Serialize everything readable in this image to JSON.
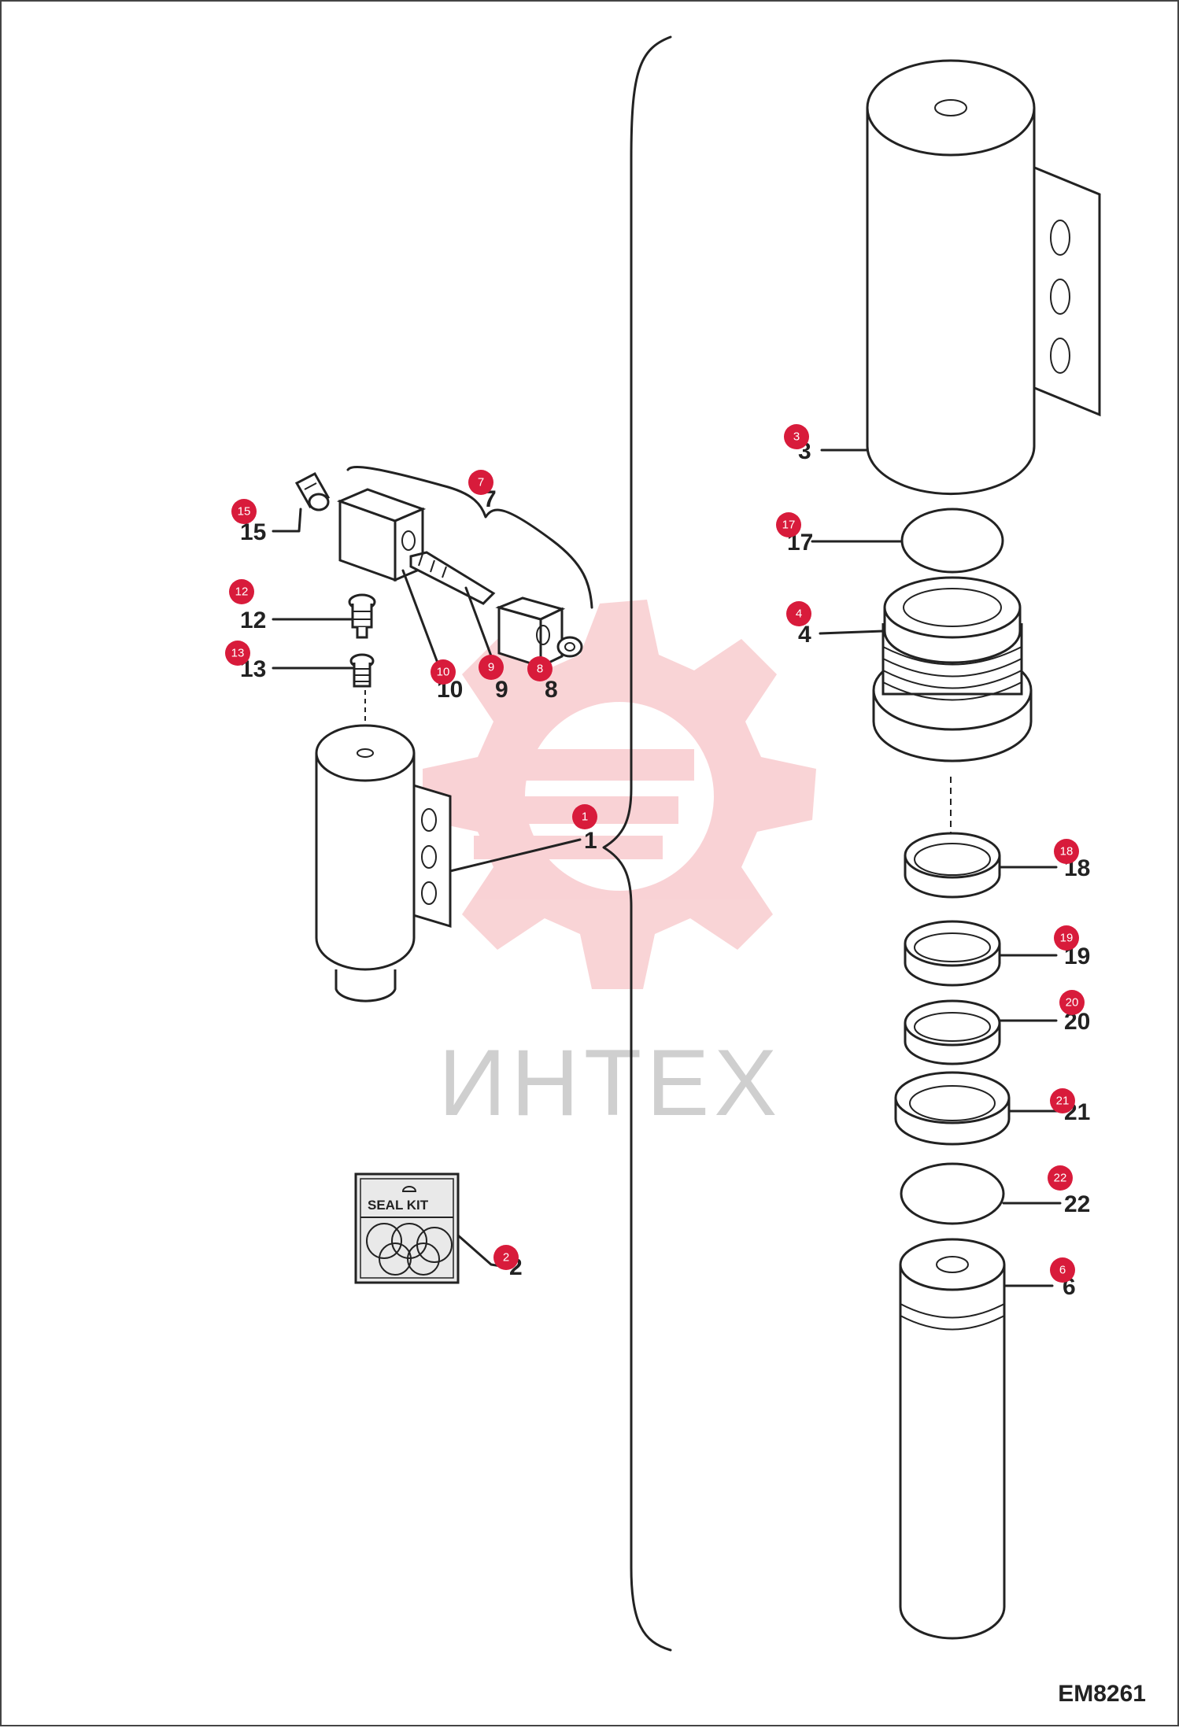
{
  "watermark_text": "ИНТЕХ",
  "seal_kit_label": "SEAL KIT",
  "diagram_code": "EM8261",
  "badge_color": "#d81b3b",
  "labels": {
    "1": "1",
    "2": "2",
    "3": "3",
    "4": "4",
    "6": "6",
    "7": "7",
    "8": "8",
    "9": "9",
    "10": "10",
    "12": "12",
    "13": "13",
    "15": "15",
    "17": "17",
    "18": "18",
    "19": "19",
    "20": "20",
    "21": "21",
    "22": "22"
  },
  "badges": {
    "1": "1",
    "2": "2",
    "3": "3",
    "4": "4",
    "6": "6",
    "7": "7",
    "8": "8",
    "9": "9",
    "10": "10",
    "12": "12",
    "13": "13",
    "15": "15",
    "17": "17",
    "18": "18",
    "19": "19",
    "20": "20",
    "21": "21",
    "22": "22"
  }
}
